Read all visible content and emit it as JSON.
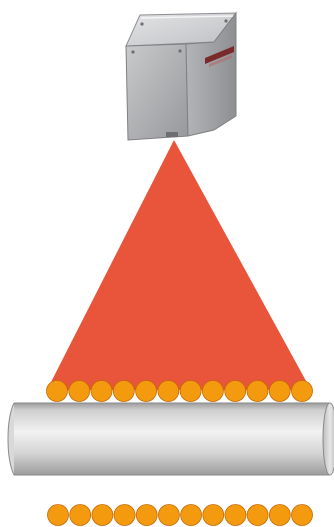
{
  "diagram": {
    "colors": {
      "background": "#ffffff",
      "beam": "#e8553a",
      "dot": "#f49a0f",
      "dot_outline": "#c46a08",
      "camera_body": "#a9aaad",
      "camera_dark": "#7f8083",
      "camera_light": "#d2d3d5",
      "camera_label": "#7a2a2a",
      "pipe_light": "#ececec",
      "pipe_mid": "#c8c8c8",
      "pipe_dark": "#9c9c9c",
      "pipe_outline": "#8a8a8a"
    },
    "icons": {
      "sensor": "camera-sensor-icon",
      "beam": "laser-beam",
      "pipe": "pipe-cylinder",
      "dot": "circle"
    },
    "top_dot_count": 12,
    "bottom_dot_count": 12
  }
}
